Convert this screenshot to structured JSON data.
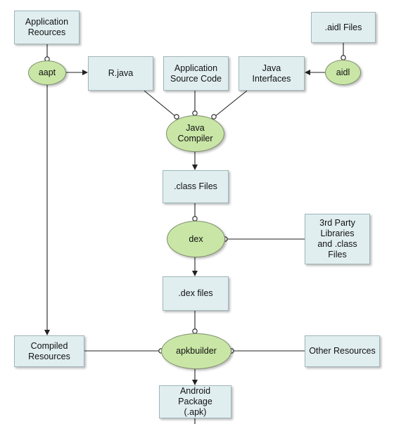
{
  "boxes": {
    "app_resources": "Application\nReources",
    "aidl_files": ".aidl Files",
    "r_java": "R.java",
    "app_source": "Application\nSource Code",
    "java_interfaces": "Java\nInterfaces",
    "class_files": ".class Files",
    "third_party": "3rd Party\nLibraries\nand .class\nFiles",
    "dex_files": ".dex files",
    "compiled_resources": "Compiled\nResources",
    "other_resources": "Other Resources",
    "android_package": "Android Package\n(.apk)"
  },
  "tools": {
    "aapt": "aapt",
    "aidl": "aidl",
    "java_compiler": "Java\nCompiler",
    "dex": "dex",
    "apkbuilder": "apkbuilder"
  },
  "colors": {
    "box_fill": "#e1eef0",
    "box_border": "#9fb6b9",
    "tool_fill": "#c9e6a6",
    "tool_border": "#7e8f6c",
    "connector": "#222222"
  }
}
